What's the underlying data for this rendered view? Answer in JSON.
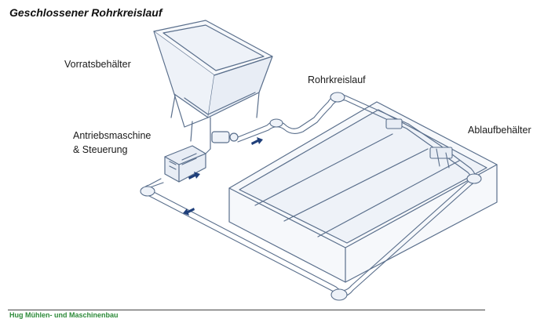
{
  "title": "Geschlossener Rohrkreislauf",
  "labels": {
    "storage": "Vorratsbehälter",
    "drive_line1": "Antriebsmaschine",
    "drive_line2": "& Steuerung",
    "pipe_loop": "Rohrkreislauf",
    "outlet_tank": "Ablaufbehälter"
  },
  "footer": "Hug Mühlen- und Maschinenbau",
  "colors": {
    "line": "#5a6f8c",
    "fill": "#eef2f8",
    "arrow": "#1f3f7a",
    "footer": "#2e8b3a"
  }
}
